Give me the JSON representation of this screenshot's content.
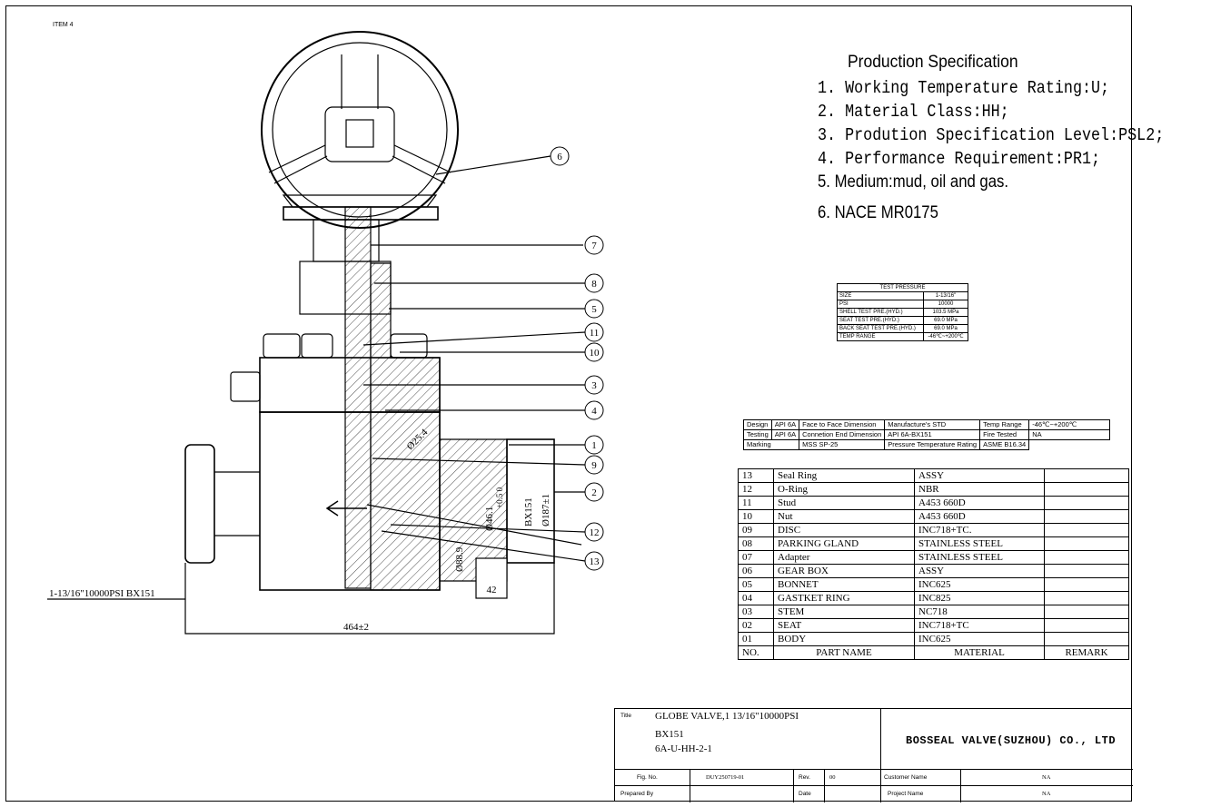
{
  "item_label": "ITEM 4",
  "production_spec": {
    "title": "Production Specification",
    "items": [
      "1. Working Temperature Rating:U;",
      "2. Material Class:HH;",
      "3. Prodution Specification Level:PSL2;",
      "4. Performance Requirement:PR1;",
      "5. Medium:mud, oil and gas.",
      "6. NACE MR0175"
    ]
  },
  "test_pressure": {
    "title": "TEST PRESSURE",
    "rows": [
      {
        "label": "SIZE",
        "value": "1-13/16\""
      },
      {
        "label": "PSI",
        "value": "10000"
      },
      {
        "label": "SHELL TEST PRE.(HYD.)",
        "value": "103.5 MPa"
      },
      {
        "label": "SEAT TEST PRE.(HYD.)",
        "value": "69.0  MPa"
      },
      {
        "label": "BACK SEAT TEST PRE.(HYD.)",
        "value": "69.0  MPa"
      },
      {
        "label": "TEMP RANGE",
        "value": "-46℃~+200℃"
      }
    ]
  },
  "spec_table": {
    "r1": [
      "Design",
      "API 6A",
      "Face to Face Dimension",
      "Manufacture's STD",
      "Temp Range",
      "-46℃~+200℃"
    ],
    "r2": [
      "Testing",
      "API 6A",
      "Connetion End Dimension",
      "API 6A-BX151",
      "Fire Tested",
      "NA"
    ],
    "r3": [
      "Marking",
      "MSS SP-25",
      "Pressure Temperature Rating",
      "ASME B16.34"
    ]
  },
  "bom": {
    "rows": [
      {
        "no": "13",
        "name": "Seal Ring",
        "material": "ASSY"
      },
      {
        "no": "12",
        "name": "O-Ring",
        "material": "NBR"
      },
      {
        "no": "11",
        "name": "Stud",
        "material": "A453 660D"
      },
      {
        "no": "10",
        "name": "Nut",
        "material": "A453 660D"
      },
      {
        "no": "09",
        "name": "DISC",
        "material": "INC718+TC."
      },
      {
        "no": "08",
        "name": "PARKING GLAND",
        "material": "STAINLESS STEEL"
      },
      {
        "no": "07",
        "name": "Adapter",
        "material": "STAINLESS STEEL"
      },
      {
        "no": "06",
        "name": "GEAR BOX",
        "material": "ASSY"
      },
      {
        "no": "05",
        "name": "BONNET",
        "material": "INC625"
      },
      {
        "no": "04",
        "name": "GASTKET RING",
        "material": "INC825"
      },
      {
        "no": "03",
        "name": "STEM",
        "material": "NC718"
      },
      {
        "no": "02",
        "name": "SEAT",
        "material": "INC718+TC"
      },
      {
        "no": "01",
        "name": "BODY",
        "material": "INC625"
      }
    ],
    "header": {
      "no": "NO.",
      "name": "PART NAME",
      "material": "MATERIAL",
      "remark": "REMARK"
    }
  },
  "title_block": {
    "title_label": "Title",
    "title_lines": [
      "GLOBE VALVE,1 13/16\"10000PSI",
      "BX151",
      "6A-U-HH-2-1"
    ],
    "company": "BOSSEAL VALVE(SUZHOU) CO., LTD",
    "fig_label": "Fig. No.",
    "fig_value": "DUY250719-01",
    "rev_label": "Rev.",
    "rev_value": "00",
    "customer_label": "Customer Name",
    "customer_value": "NA",
    "prepared_label": "Prepared By",
    "date_label": "Date",
    "project_label": "Project Name",
    "project_value": "NA"
  },
  "drawing": {
    "balloons": [
      "6",
      "7",
      "8",
      "5",
      "11",
      "10",
      "3",
      "4",
      "1",
      "9",
      "2",
      "12",
      "13"
    ],
    "connection_label": "1-13/16\"10000PSI BX151",
    "dim_overall": "464±2",
    "dim_42": "42",
    "dim_bx": "BX151",
    "dim_d1": "Ø46.1",
    "dim_d2": "+0.5\n0",
    "dim_d3": "Ø187±1",
    "dim_d4": "Ø88.9",
    "dim_angle": "Ø25.4"
  }
}
